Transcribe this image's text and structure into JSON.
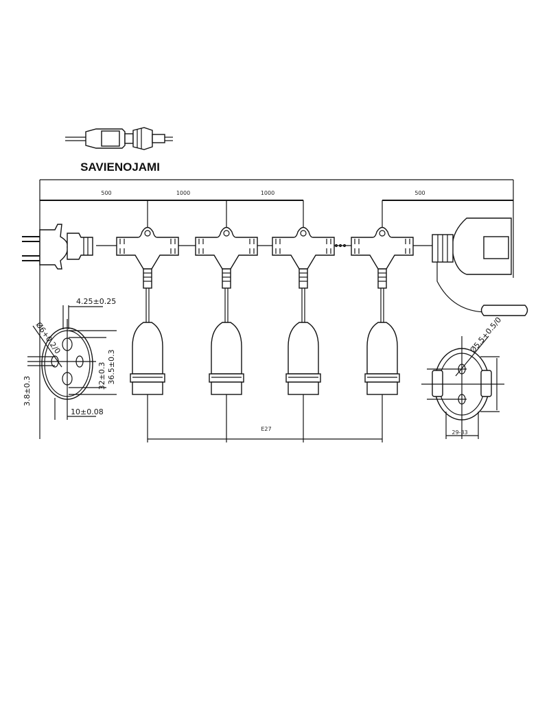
{
  "connector_label": "SAVIENOJAMI",
  "dimensions": {
    "segments": [
      "500",
      "1000",
      "1000",
      "500"
    ],
    "socket_type": "E27"
  },
  "plug_detail": {
    "pin_spacing": "4.25±0.25",
    "pin_diameter": "Ø6+0.2/0",
    "inner_height": "32±0.3",
    "outer_height": "36.5±0.3",
    "offset": "3.8±0.3",
    "width": "10±0.08"
  },
  "socket_detail": {
    "hole_diameter": "Ø5.5+0.5/0",
    "width_range": "29-33"
  }
}
